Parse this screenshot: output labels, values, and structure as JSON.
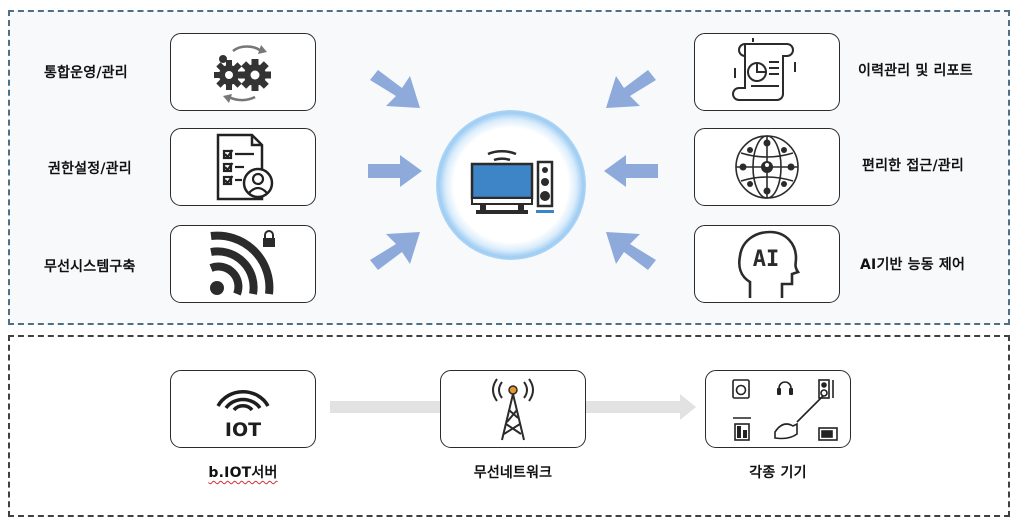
{
  "top": {
    "left_items": [
      {
        "label": "통합운영/관리",
        "icon": "gears-cycle-icon"
      },
      {
        "label": "권한설정/관리",
        "icon": "checklist-user-icon"
      },
      {
        "label": "무선시스템구축",
        "icon": "wireless-lock-icon"
      }
    ],
    "right_items": [
      {
        "label": "이력관리 및 리포트",
        "icon": "report-scroll-icon"
      },
      {
        "label": "편리한 접근/관리",
        "icon": "globe-network-icon"
      },
      {
        "label": "AI기반 능동 제어",
        "icon": "ai-head-icon",
        "icon_text": "AI"
      }
    ],
    "hub": {
      "icon": "monitor-wifi-speaker-icon"
    }
  },
  "bottom": {
    "nodes": [
      {
        "label": "b.IOT서버",
        "icon": "iot-wifi-icon",
        "icon_text": "IOT"
      },
      {
        "label": "무선네트워크",
        "icon": "antenna-tower-icon"
      },
      {
        "label": "각종 기기",
        "icon": "devices-grid-icon"
      }
    ]
  },
  "colors": {
    "arrow": "#8eaadb",
    "panel_border_top": "#4e6f86",
    "glow": "#9fcdf3",
    "hub_screen": "#3d85c6"
  }
}
